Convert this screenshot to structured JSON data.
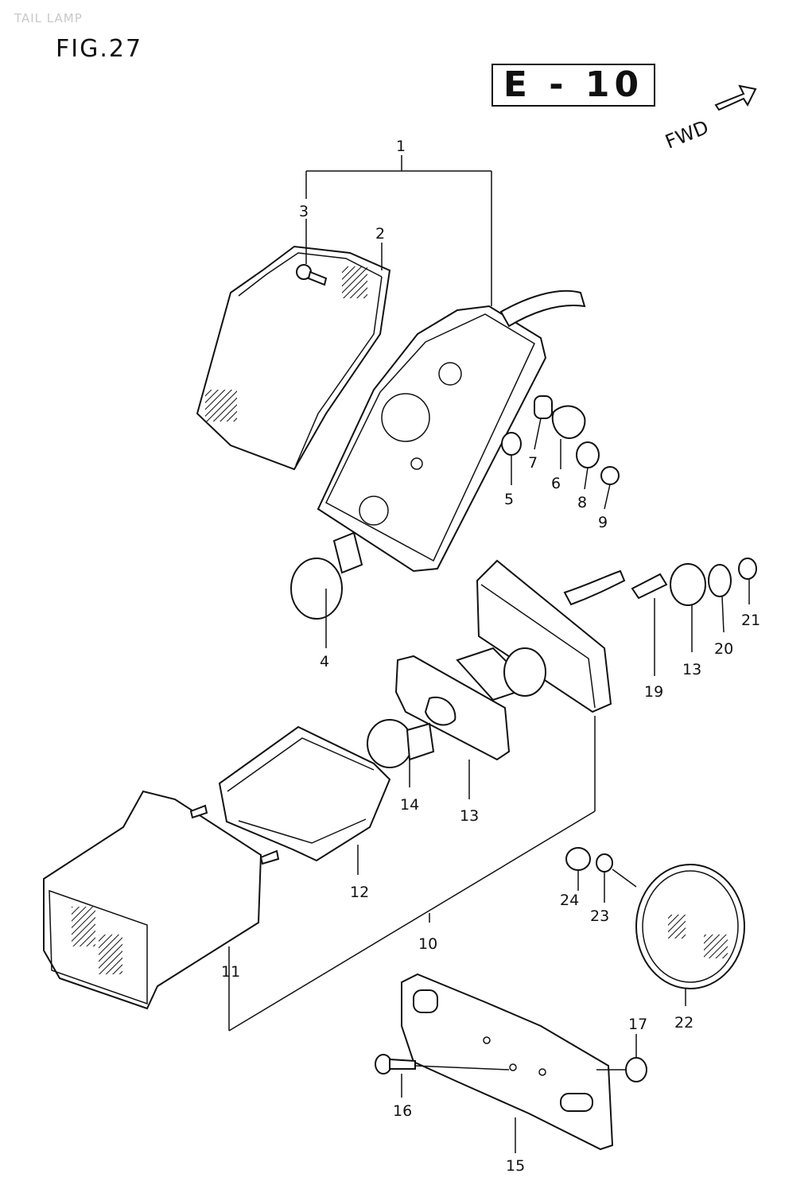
{
  "header": {
    "faint_label": "TAIL LAMP",
    "figure": "FIG.27",
    "code": "E - 10",
    "direction": "FWD"
  },
  "callouts": [
    "1",
    "2",
    "3",
    "4",
    "5",
    "6",
    "7",
    "8",
    "9",
    "10",
    "11",
    "12",
    "13",
    "13",
    "14",
    "15",
    "16",
    "17",
    "19",
    "20",
    "21",
    "22",
    "23",
    "24"
  ]
}
